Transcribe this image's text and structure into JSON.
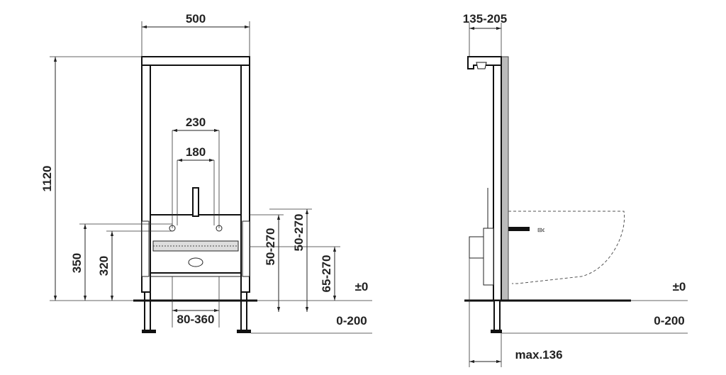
{
  "front_view": {
    "width_top": "500",
    "height_total": "1120",
    "inner_230": "230",
    "inner_180": "180",
    "h_350": "350",
    "h_320": "320",
    "adj_50_270_a": "50-270",
    "adj_50_270_b": "50-270",
    "adj_65_270": "65-270",
    "zero_level": "±0",
    "floor_adj": "0-200",
    "foot_spacing": "80-360"
  },
  "side_view": {
    "depth": "135-205",
    "zero_level": "±0",
    "floor_adj": "0-200",
    "max_depth": "max.136"
  }
}
